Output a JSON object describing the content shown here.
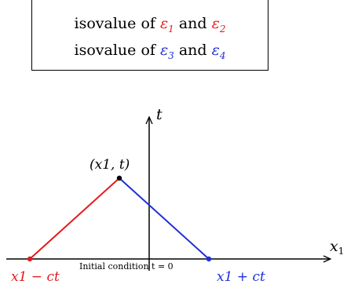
{
  "legend": {
    "line1": {
      "prefix": "isovalue of ",
      "a": "ε",
      "a_sub": "1",
      "mid": " and ",
      "b": "ε",
      "b_sub": "2"
    },
    "line2": {
      "prefix": "isovalue of ",
      "a": "ε",
      "a_sub": "3",
      "mid": " and ",
      "b": "ε",
      "b_sub": "4"
    }
  },
  "diagram": {
    "t_axis_label": "t",
    "x_axis_label": "x",
    "x_axis_sub": "1",
    "apex_label": "(x1, t)",
    "left_label": "x1 − ct",
    "right_label": "x1 + ct",
    "initial_text": "Initial condition t = 0"
  },
  "colors": {
    "red": "#e41a1c",
    "blue": "#1f2fd6",
    "ink": "#000000"
  }
}
